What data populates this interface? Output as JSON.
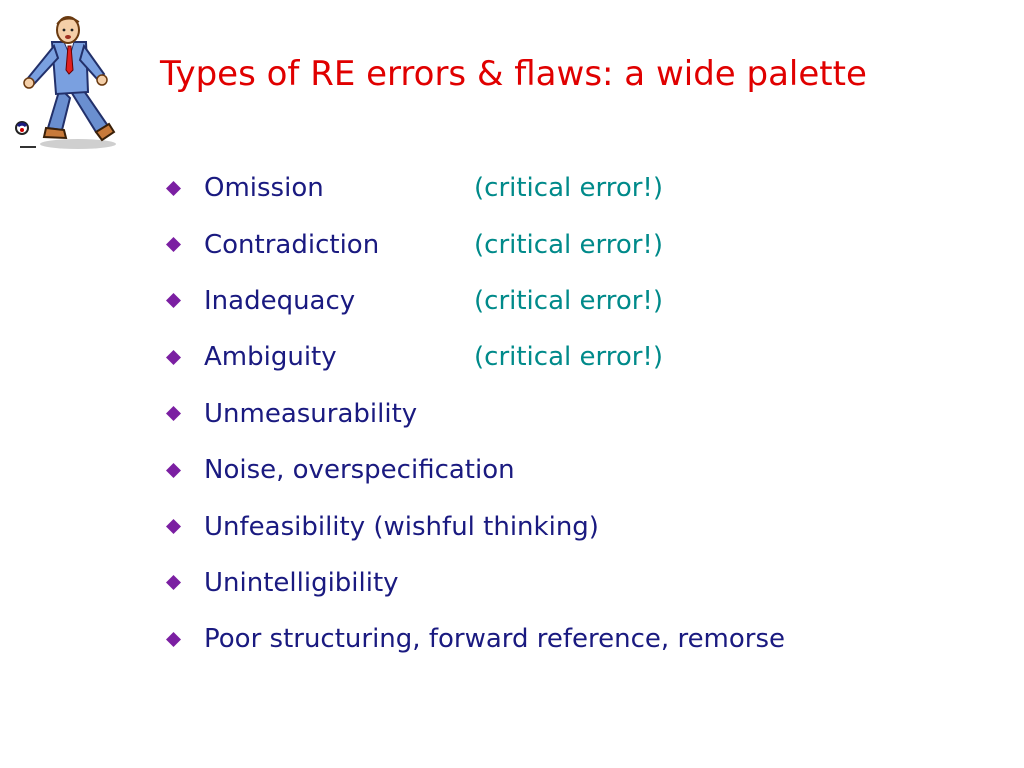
{
  "slide": {
    "title": "Types of RE errors & flaws:  a wide palette",
    "clipart": "man-bowling-clipart",
    "accent_colors": {
      "title": "#e00000",
      "text": "#1a1a80",
      "note": "#008a8a",
      "bullet": "#7b1fa2"
    },
    "bullets": [
      {
        "label": "Omission",
        "note": "(critical error!)"
      },
      {
        "label": "Contradiction",
        "note": "(critical error!)"
      },
      {
        "label": "Inadequacy",
        "note": "(critical error!)"
      },
      {
        "label": "Ambiguity",
        "note": "(critical error!)"
      },
      {
        "label": "Unmeasurability",
        "note": ""
      },
      {
        "label": "Noise,  overspecification",
        "note": ""
      },
      {
        "label": "Unfeasibility  (wishful thinking)",
        "note": ""
      },
      {
        "label": "Unintelligibility",
        "note": ""
      },
      {
        "label": "Poor structuring, forward reference, remorse",
        "note": ""
      }
    ]
  }
}
